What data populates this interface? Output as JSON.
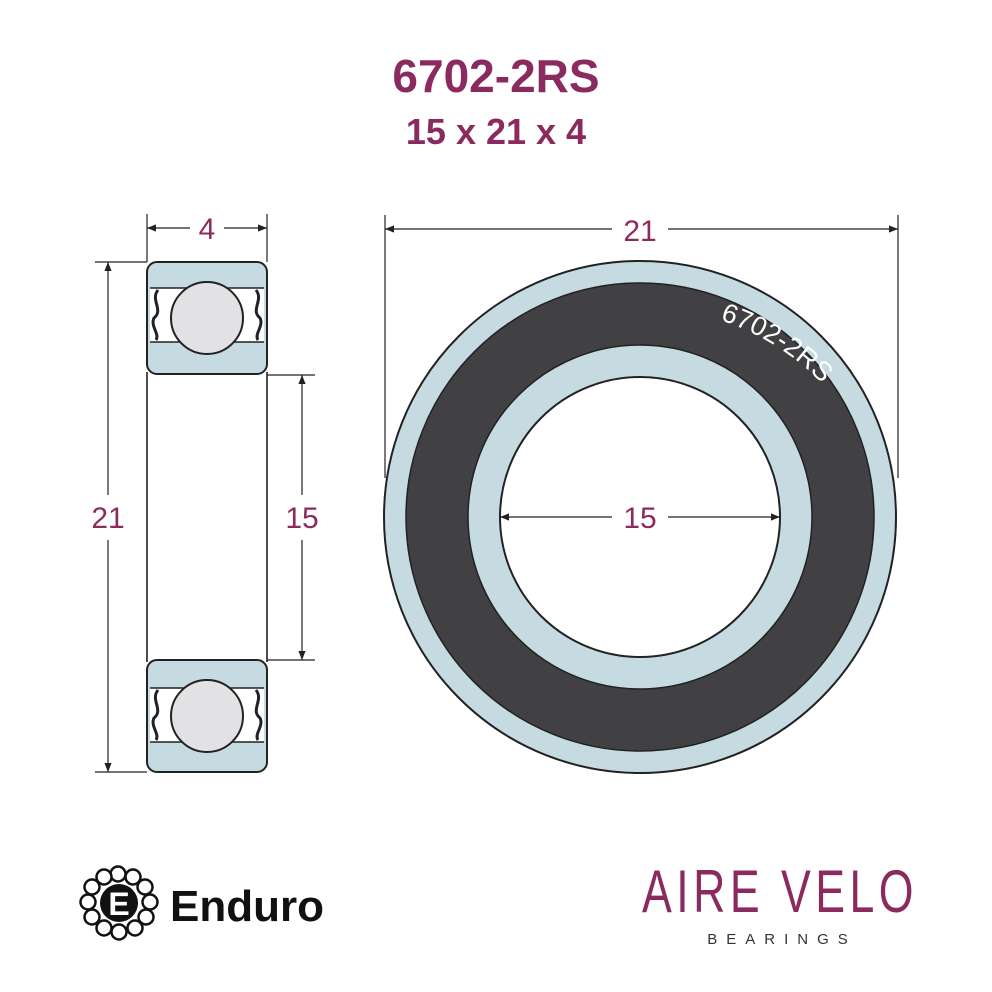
{
  "header": {
    "part_number": "6702-2RS",
    "dimensions": "15 x 21 x 4"
  },
  "side_view": {
    "width_label": "4",
    "outer_diameter_label": "21",
    "inner_diameter_label": "15"
  },
  "front_view": {
    "outer_diameter_label": "21",
    "inner_diameter_label": "15",
    "seal_text": "6702-2RS"
  },
  "brands": {
    "enduro": "Enduro",
    "enduro_logo_letter": "E",
    "aire_velo": "AIRE VELO",
    "aire_velo_sub": "BEARINGS"
  },
  "colors": {
    "accent": "#8b2a5e",
    "ring_fill": "#c5dbe1",
    "seal_fill": "#414042",
    "ball_fill": "#e2e2e4",
    "outline": "#222222"
  }
}
